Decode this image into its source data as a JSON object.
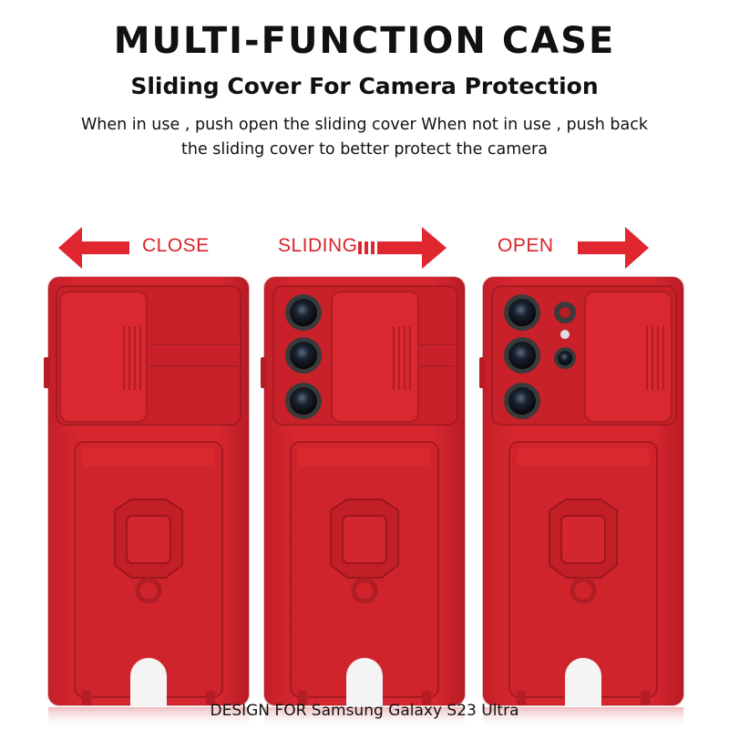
{
  "header": {
    "title": "MULTI-FUNCTION CASE",
    "subtitle": "Sliding Cover For Camera Protection",
    "description_line1": "When in use , push open the sliding cover When not in use , push back",
    "description_line2": "the sliding cover to better protect the camera"
  },
  "states": [
    {
      "label": "CLOSE",
      "arrow": "arrow-left-icon"
    },
    {
      "label": "SLIDING",
      "arrow": "arrow-right-icon"
    },
    {
      "label": "OPEN",
      "arrow": "arrow-right-icon"
    }
  ],
  "footer": {
    "text": "DESIGN FOR Samsung Galaxy S23 Ultra"
  },
  "colors": {
    "case_red": "#d4232c",
    "case_dark": "#b51c24",
    "accent_red": "#e0262e"
  }
}
